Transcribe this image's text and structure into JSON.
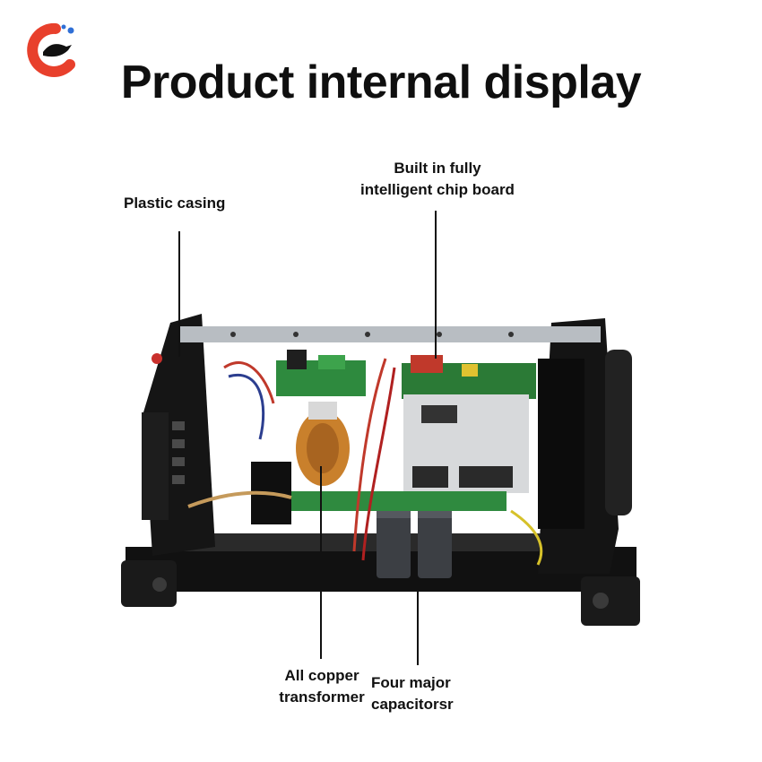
{
  "brand": {
    "logo_icon": "brand-logo-icon",
    "colors": {
      "red": "#e8402c",
      "blue": "#2f6fd6"
    }
  },
  "title": "Product internal display",
  "labels": {
    "casing": "Plastic casing",
    "chip_board_line1": "Built in fully",
    "chip_board_line2": "intelligent chip board",
    "transformer_line1": "All copper",
    "transformer_line2": "transformer",
    "capacitors_line1": "Four major",
    "capacitors_line2": "capacitorsr"
  }
}
